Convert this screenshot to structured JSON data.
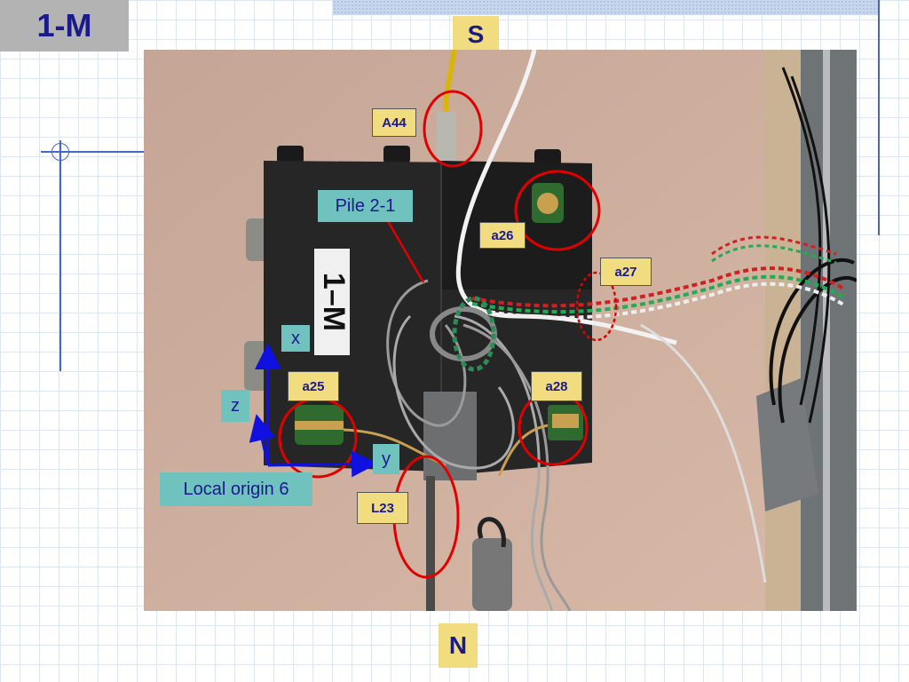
{
  "slide_title": "1-M",
  "compass": {
    "top": "S",
    "bottom": "N"
  },
  "photo": {
    "box_label": "1–M"
  },
  "sensor_labels": {
    "a44": "A44",
    "a26": "a26",
    "a27": "a27",
    "a25": "a25",
    "a28": "a28",
    "l23": "L23"
  },
  "annotations": {
    "pile": "Pile 2-1",
    "local_origin": "Local origin 6"
  },
  "axes": {
    "x": "x",
    "y": "y",
    "z": "z"
  },
  "colors": {
    "title_bg": "#b3b3b3",
    "title_text": "#1a1a8c",
    "label_bg": "#f2dc80",
    "teal": "#6fc2be",
    "circle": "#e00000",
    "axis_arrow": "#1010e0"
  }
}
